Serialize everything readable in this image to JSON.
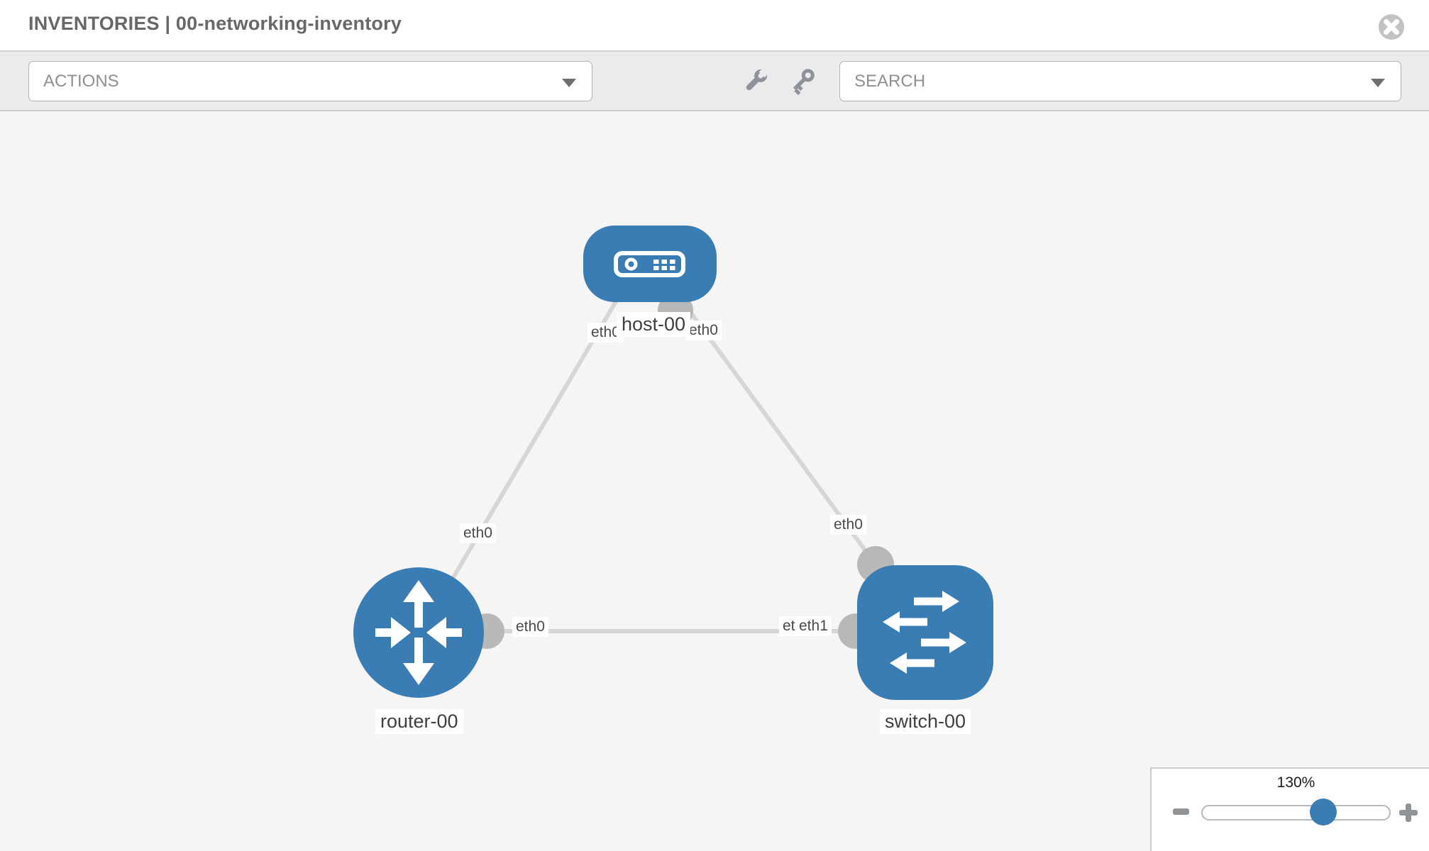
{
  "header": {
    "title": "INVENTORIES | 00-networking-inventory"
  },
  "toolbar": {
    "actions_label": "ACTIONS",
    "search_placeholder": "SEARCH",
    "icons": [
      {
        "name": "wrench-icon"
      },
      {
        "name": "key-icon"
      }
    ]
  },
  "diagram": {
    "nodes": [
      {
        "id": "host-00",
        "type": "host",
        "label": "host-00",
        "icon": "server-icon"
      },
      {
        "id": "router-00",
        "type": "router",
        "label": "router-00",
        "icon": "router-arrows-icon"
      },
      {
        "id": "switch-00",
        "type": "switch",
        "label": "switch-00",
        "icon": "switch-arrows-icon"
      }
    ],
    "links": [
      {
        "from": "host-00",
        "to": "router-00"
      },
      {
        "from": "host-00",
        "to": "switch-00"
      },
      {
        "from": "router-00",
        "to": "switch-00"
      }
    ],
    "interface_labels": [
      {
        "at": "host-00 left",
        "text": "eth0"
      },
      {
        "at": "host-00 right",
        "text": "eth0"
      },
      {
        "at": "router-00 top",
        "text": "eth0"
      },
      {
        "at": "switch-00 top",
        "text": "eth0"
      },
      {
        "at": "router-00 right",
        "text": "eth0"
      },
      {
        "at": "switch-00 left",
        "text": "eth0"
      },
      {
        "at": "switch-00 left overlay",
        "text": "eth1"
      }
    ]
  },
  "zoom_control": {
    "level": "130%"
  },
  "colors": {
    "accent-blue": "#3a7cb4",
    "canvas-bg": "#f5f5f5",
    "toolbar-bg": "#ebebeb",
    "link-gray": "#d6d6d6",
    "port-gray": "#b8b8b8",
    "title-gray": "#686868"
  }
}
